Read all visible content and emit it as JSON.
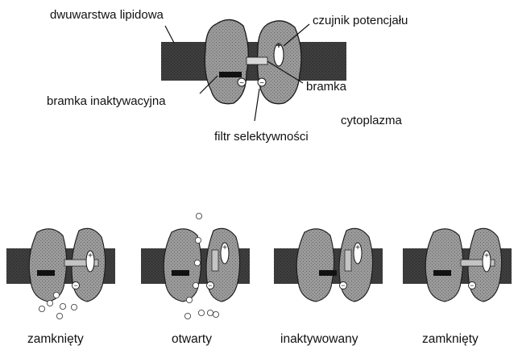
{
  "labels": {
    "lipid_bilayer": "dwuwarstwa lipidowa",
    "voltage_sensor": "czujnik potencjału",
    "gate": "bramka",
    "inactivation_gate": "bramka inaktywacyjna",
    "cytoplasm": "cytoplazma",
    "selectivity_filter": "filtr selektywności"
  },
  "states": [
    {
      "label": "zamknięty"
    },
    {
      "label": "otwarty"
    },
    {
      "label": "inaktywowany"
    },
    {
      "label": "zamknięty"
    }
  ],
  "symbols": {
    "plus": "+",
    "minus": "−"
  },
  "colors": {
    "membrane": "#3d3d3d",
    "protein": "#9a9a9a",
    "protein_light": "#c4c4c4",
    "outline": "#1a1a1a",
    "sensor": "#ffffff",
    "background": "#ffffff"
  }
}
